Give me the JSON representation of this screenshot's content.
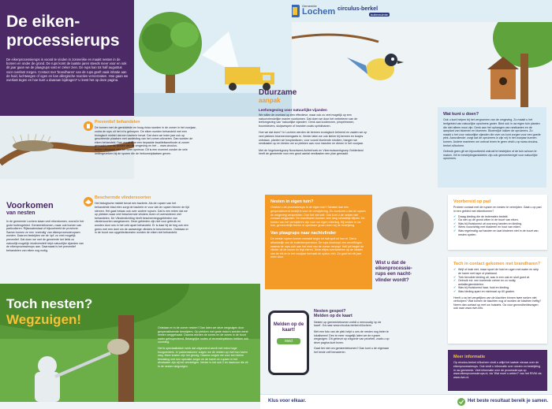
{
  "page": {
    "title_line1": "De eiken-",
    "title_line2": "processierups",
    "intro": "De eikenprocessierups is vooral te vinden in zonneriike en maakt nesten in de bomen en onder de grond. De rups komt de laatste jaren steeds meer voor en ook dit jaar gaan we de plaagrups vast en zeker zien. De rups kan tot half augustus voor overlast zorgen. Contact met 'brandharen' van de rups geeft vaak irritatie aan de huid, luchtwegen of ogen en kan allergische reacties veroorzaken. Hoe gaan we overlast tegen en hoe kunt u daaraan bijdragen? U leest het op deze pagina."
  },
  "logos": {
    "lochem_small": "Gemeente",
    "lochem": "Lochem",
    "circulus": "circulus-berkel",
    "circulus_sub": "buitenruimte"
  },
  "preventief": {
    "title": "Preventief behandelen",
    "body": "De bomen met de gemiddelde en hoog risico worden in de zomer in het voorjaar, zodra de rups uit het ei is gekropen. De eiken worden behandeld met een biologisch middel dat een bacterie bevat. Dat doen we ieder jaar ook op gesorteerde plaatsen met aanleiding van het zomer-uitvoeren. Dan worden de eiken behandeld. Dan wordt naar een bepaalde kwaliteitsmethode al zomer gemaakt voor de bomen van de omgeving en het ... www.circulus-berkel.nl/lochem zien we weer opnieuw. Dit is een moment zonder de vele ondergezelzen bij de sporen die de herkomstplaatsen geven."
  },
  "voorkomen": {
    "title": "Voorkomen",
    "subtitle": "van nesten",
    "body": "In de gemeente Lochem staan veel eikenbomen, vooral in het grote buitengebied. Gemeentebomen, maar ook bomen van particulieren. Rijkswaterstaat of bijvoorbeeld de provincie. Samen komen ze een 'oneindig' van eikenprocessierupsen worden. Daarom bestrijden we de 'opt' zo veel mogelijk preventief. Dat doen we met de gemeente het liefst zo natuurlijk mogelijk: biodiversiteit helpt natuurlijke vijanden van de eikenprocessierups aan. Daarnaast is het preventief behandelen van eiken nog nodig."
  },
  "vlinder": {
    "title": "Beschermde vlindersoorten",
    "body": "Het biologische middel bevat een bacterie. Als de rupsen van het behandelde blad eten zorgt de bacterie er voor dat de rupsen binnen de tijd sterven. Het gaat helaas ook over andere rupsen. Dat is een reden dat we op plekken waar veel beschermde vlinders leven of overwinteren niet behandelen. De Vlinderstichting heeft beschermingsgebieden van vlindersoorten aangewezen. Deze gebieden zijn niet voor gebruik en worden door ons in het veld apart behandeld. Er is daar bij de heg ook een grens met een doel om de aanwezige vlinders te beschermen. Ontstaan er in de buurt van opgebiedsnesten worden de eiken niet behandeld."
  },
  "toch": {
    "title_line1": "Toch nesten?",
    "title_line2": "Wegzuigen!"
  },
  "wegzuig_text": {
    "p1": "Ontstaan er in de zomer nesten? Dan laten we deze wegzuigen door gespecialiseerde bestrijders. Op plekken met grote risico's worden eerst nesten weggehaald. Daarna worden de zones en de zones in de buurt nader geïnspecteerd. Belangrijke routes of recreatieplekken hebben ook voorrang.",
    "p2": "Het is speciaalistisch werk dat uitgevoerd wordt met extra hoge hoogwerkers. In 'pakkensluizen' zuigen we de nesten op met hun haren weg. Meer kosten zijn het gevolg. Daarna zorgen we voor een kleine bewaking met een speciale zuiger en de haren en rupsen in het afvalwater zijn bij het vernietigen. Verder is het ook 2 en daarvoor die zit in de nesten wegzuigen."
  },
  "duurzame": {
    "title": "Duurzame",
    "subtitle": "aanpak",
    "sub1": "Leefomgeving voor natuurlijke vijanden",
    "body1": "We willen de overlast op een effectieve, maar ook zo veel mogelijk op een natuurvriendelijke manier voorkomen. Dat doen we door het verbeteren van de leefomgeving van 'natuurlijke vijanden'. Denk aan koolmezen, pimpelmezen, boomklevers, sluipwespen of insecten zoals sprinkhanen.",
    "body2": "Hoe we dat doen? In Lochem werden de bermen ecologisch beheerd en zaaien we op veel plekken bloemenmengsels in. Verder laten we ook kleine bij bermen en bosjes ontstaan, planten we bosplantsoen, voor vooral bloeiende struiken, hangen we nestkasten op en bieden we zo plekken aan voor insecten en dieren in het voorjaar.",
    "body3": "Met de Vogelwerkgroep Noordwest-Achterhoek en Vleermuiswerkgroep Gelderland heeft de gemeente voor een groot aantal nestkasten een plan gemaakt."
  },
  "watkunt": {
    "title": "Wat kunt u doen?",
    "body": "Ook u kunt helpen bij het vergroenen van de omgeving. Zo maakt u het leefgebied van natuurlijke opruimers groter. Bied ook in uw eigen tuin planten die niet alleen mooi zijn. Denk aan het ophangen van nestkasten en de aanplant van bloemen en bloemen. Bloemrijke lokken de opruimers. Zo maakt u het voor natuurlijke vijanden die over uw kunt zorgen voor een goede plek. Aanvullende: zorgt dat de opruimers in zijn vrij in het voorjaar kunnen komen. Andere manieren om ontrust lenen te geen vindt u op www.circulus-berkel.nl/lochem.",
    "body2": "Gebruik geen gif om bijvoorbeeld onkruid te bestrijden of de tuin schoon te maken. Gif en bestrijdingsmiddelen zijn ook gemeenteregel voor natuurlijke opruimers."
  },
  "nesten_info": {
    "title": "Nesten in eigen tuin?",
    "body": "Ontdekt u de processierups in de eigen tuin? Schakel dan een gespecialiseerd bedrijf in voor de verwijdering. Zo voorkomt u dat de rupsen de omgeving verspreiden. Doe het niet zelf. Ook kunt u de nesten niet zomaar weggooien. De brandharen kunnen zeer lang schadelijk blijven. De kosten van het verwijderen zijn voor uw eigen rekening. Bij nesten in uw tuin, gemeentelijk terrein of openbare groen doen wij de bestrijding."
  },
  "plaag": {
    "title": "Van plaagrups naar nachtvlinder",
    "body": "De eerste rupsen komen meestal begin tot half april uit hun ei. Dat is afhankelijk van de buitentemperatuur. De rups doorloopt zes vervellingen waarna de rups zich aan het eind van de zomer verpopt. Half juli begint de vlinder uit de cocon en legt eieren. Deze eitjes overwinteren op de takken van de eik en in het voorjaar herhaalt de cyclus zich. Zo gaat het elk jaar weer door."
  },
  "wist": {
    "line1": "Wist u dat de",
    "line2": "eikenprocessie-",
    "line3": "rups een nacht-",
    "line4": "vlinder wordt?"
  },
  "melden": {
    "title": "Nesten gespot?",
    "subtitle": "Melden op de kaart",
    "body": "Nesten op gemeentebomen meldt u eenvoudig 'op de kaart'. Ga naar www.circulus-berkel.nl/lochem.",
    "body2": "Met een foto van de plek helpt u ons de nesten nog beter te lokaliseren! Des te meer mogelijk laten we de rupsen wegzuigen. Dit gebeurt op volgorde van prioriteit, zoals u op deze pagina kunt lezen.",
    "body3": "Gaat het niet om gemeentebomen? Dan kunt u de eigenaar het beste zelf benaderen.",
    "phone_title": "Melden op de kaart!",
    "phone_btn": "Meld"
  },
  "voorbereid": {
    "title": "Voorbereid op pad",
    "intro": "Probeer contact met de rupsen en nesten te vermijden. Gaat u op pad in een gebied met eikenbomen?",
    "items": [
      "Draag kleding die de ledematen bedekt.",
      "Ga niet op de grond zitten in de buurt van eiken.",
      "Was bij thuiskomst uit voorzorg handen en kleding.",
      "Wees voorzichtig met bladeren en hout van eiken.",
      "Was regelmatig uw handen en laat kinderen niet in de buurt van nesten spelen."
    ]
  },
  "contact": {
    "title": "Toch in contact gekomen met brandharen?",
    "items": [
      "Wrijf of krab niet, maar spoel de huid en ogen met water en strip de haren met tape of plakband.",
      "Trek bevuilde kleding uit, was in een zak en sluit goed af.",
      "Gebruik evt. een koelende crème en zo nodig antiallergiemiddelen.",
      "Was bij thuiskomst haar, huid en kleding.",
      "Was kleding apart en minimaal op 60 graden."
    ],
    "footer": "Heeft u na het vergelijken van de klachten binnen twee weken niet verholpen? Wat komen de klachten nog of worden de klachten heftig? Neem dan contact op met uw huisarts. Ga voor gezondheidsvragen ook naar www.rivm.info."
  },
  "meer": {
    "title": "Meer informatie",
    "body": "Op circulus-berkel.nl/lochem vindt u altijd het laatste nieuws over de eikenprocessierups. Ook vindt u informatie over nesten en bestrijding in uw gemeente. Veel informatie over de processierups op www.eikenprocessierups.nl, via 'Wat moet u weten?' van het RIVM via www.rivm.nl."
  },
  "footer": {
    "left": "Klus voor elkaar.",
    "right": "Het beste resultaat bereik je samen."
  },
  "colors": {
    "purple": "#4b2a66",
    "orange": "#f39a27",
    "blue": "#3f74c6",
    "green": "#6bb04a"
  }
}
